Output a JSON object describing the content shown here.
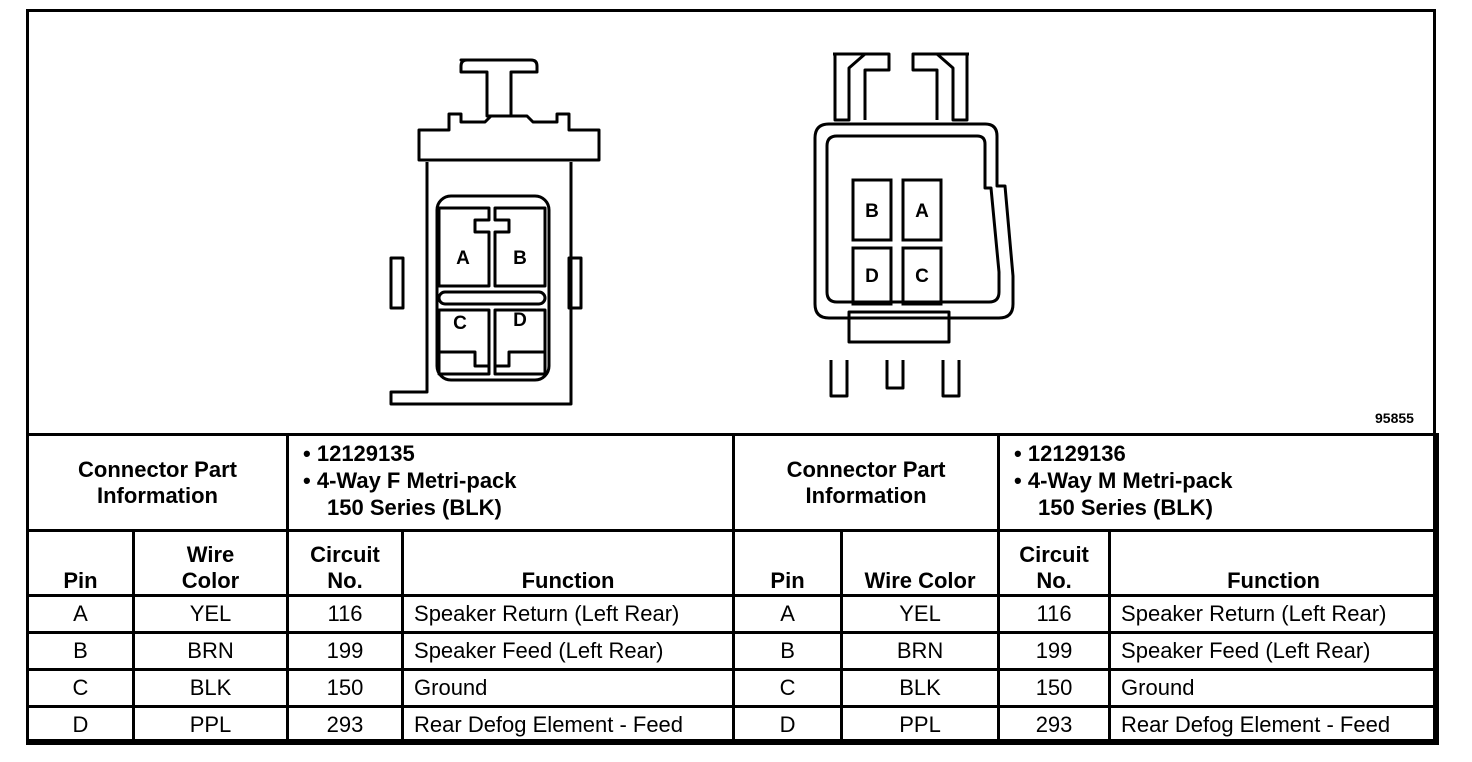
{
  "figure": {
    "number": "95855"
  },
  "connectors": [
    {
      "face_label": "female-connector",
      "pin_labels": [
        "A",
        "B",
        "C",
        "D"
      ],
      "info_title_line1": "Connector Part",
      "info_title_line2": "Information",
      "part_number": "12129135",
      "description_line1": "4-Way F Metri-pack",
      "description_line2": "150 Series (BLK)"
    },
    {
      "face_label": "male-connector",
      "pin_labels": [
        "B",
        "A",
        "D",
        "C"
      ],
      "info_title_line1": "Connector Part",
      "info_title_line2": "Information",
      "part_number": "12129136",
      "description_line1": "4-Way M Metri-pack",
      "description_line2": "150 Series (BLK)"
    }
  ],
  "columns_left": {
    "pin": "Pin",
    "wire1": "Wire",
    "wire2": "Color",
    "circuit1": "Circuit",
    "circuit2": "No.",
    "function": "Function"
  },
  "columns_right": {
    "pin": "Pin",
    "wire": "Wire Color",
    "circuit1": "Circuit",
    "circuit2": "No.",
    "function": "Function"
  },
  "bullet": "•",
  "rows": [
    {
      "pin": "A",
      "color": "YEL",
      "circuit": "116",
      "function": "Speaker Return (Left Rear)"
    },
    {
      "pin": "B",
      "color": "BRN",
      "circuit": "199",
      "function": "Speaker Feed (Left Rear)"
    },
    {
      "pin": "C",
      "color": "BLK",
      "circuit": "150",
      "function": "Ground"
    },
    {
      "pin": "D",
      "color": "PPL",
      "circuit": "293",
      "function": "Rear Defog Element - Feed"
    }
  ]
}
